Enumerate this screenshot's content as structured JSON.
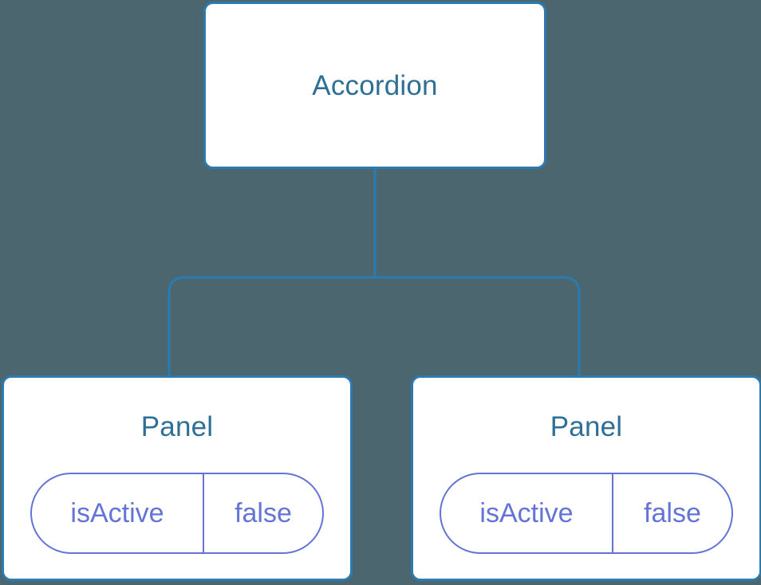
{
  "diagram": {
    "background_color": "#4c6670",
    "node_border_color": "#2b7bb0",
    "node_title_color": "#2e6f96",
    "prop_color": "#6473d6",
    "connector_color": "#2b7bb0",
    "root": {
      "title": "Accordion"
    },
    "children": [
      {
        "title": "Panel",
        "props": [
          {
            "key": "isActive",
            "value": "false"
          }
        ]
      },
      {
        "title": "Panel",
        "props": [
          {
            "key": "isActive",
            "value": "false"
          }
        ]
      }
    ]
  }
}
